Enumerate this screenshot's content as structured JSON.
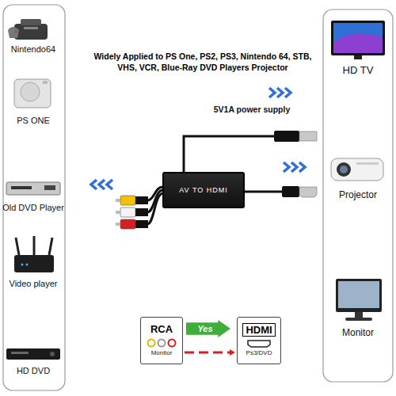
{
  "diagram": {
    "title": "Widely Applied to PS One, PS2, PS3, Nintendo 64, STB, VHS, VCR, Blue-Ray DVD Players Projector",
    "nodes": [
      {
        "text": [
          "AV TO HDMI"
        ]
      },
      {
        "text": [
          "RCA",
          "Monitor"
        ]
      },
      {
        "text": [
          "Yes"
        ]
      },
      {
        "text": [
          "HDMI",
          "Ps3/DVD"
        ]
      }
    ],
    "edges": [
      {
        "from": 1,
        "to": 3,
        "arrow": "to"
      }
    ],
    "labels": [
      "Nintendo64",
      "PS ONE",
      "Old DVD Player",
      "Video player",
      "HD DVD",
      "HD TV",
      "Projector",
      "Monitor",
      "5V1A power supply"
    ]
  }
}
